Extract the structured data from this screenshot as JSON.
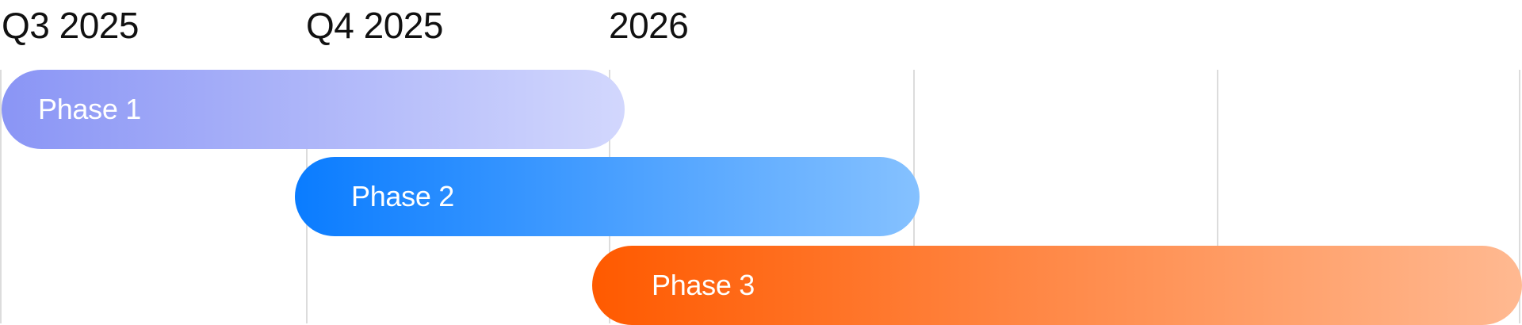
{
  "timeline": {
    "periods": [
      {
        "label": "Q3 2025"
      },
      {
        "label": "Q4 2025"
      },
      {
        "label": "2026"
      }
    ],
    "phases": [
      {
        "label": "Phase 1",
        "start": "Q3 2025",
        "end": "2026",
        "color_start": "#8a95f5",
        "color_end": "#d2d7fd"
      },
      {
        "label": "Phase 2",
        "start": "Q4 2025",
        "end": "2026",
        "color_start": "#0a7cff",
        "color_end": "#85c1ff"
      },
      {
        "label": "Phase 3",
        "start": "2026",
        "color_start": "#ff5a00",
        "color_end": "#ffb991"
      }
    ],
    "gridline_color": "#dcdcdc"
  }
}
